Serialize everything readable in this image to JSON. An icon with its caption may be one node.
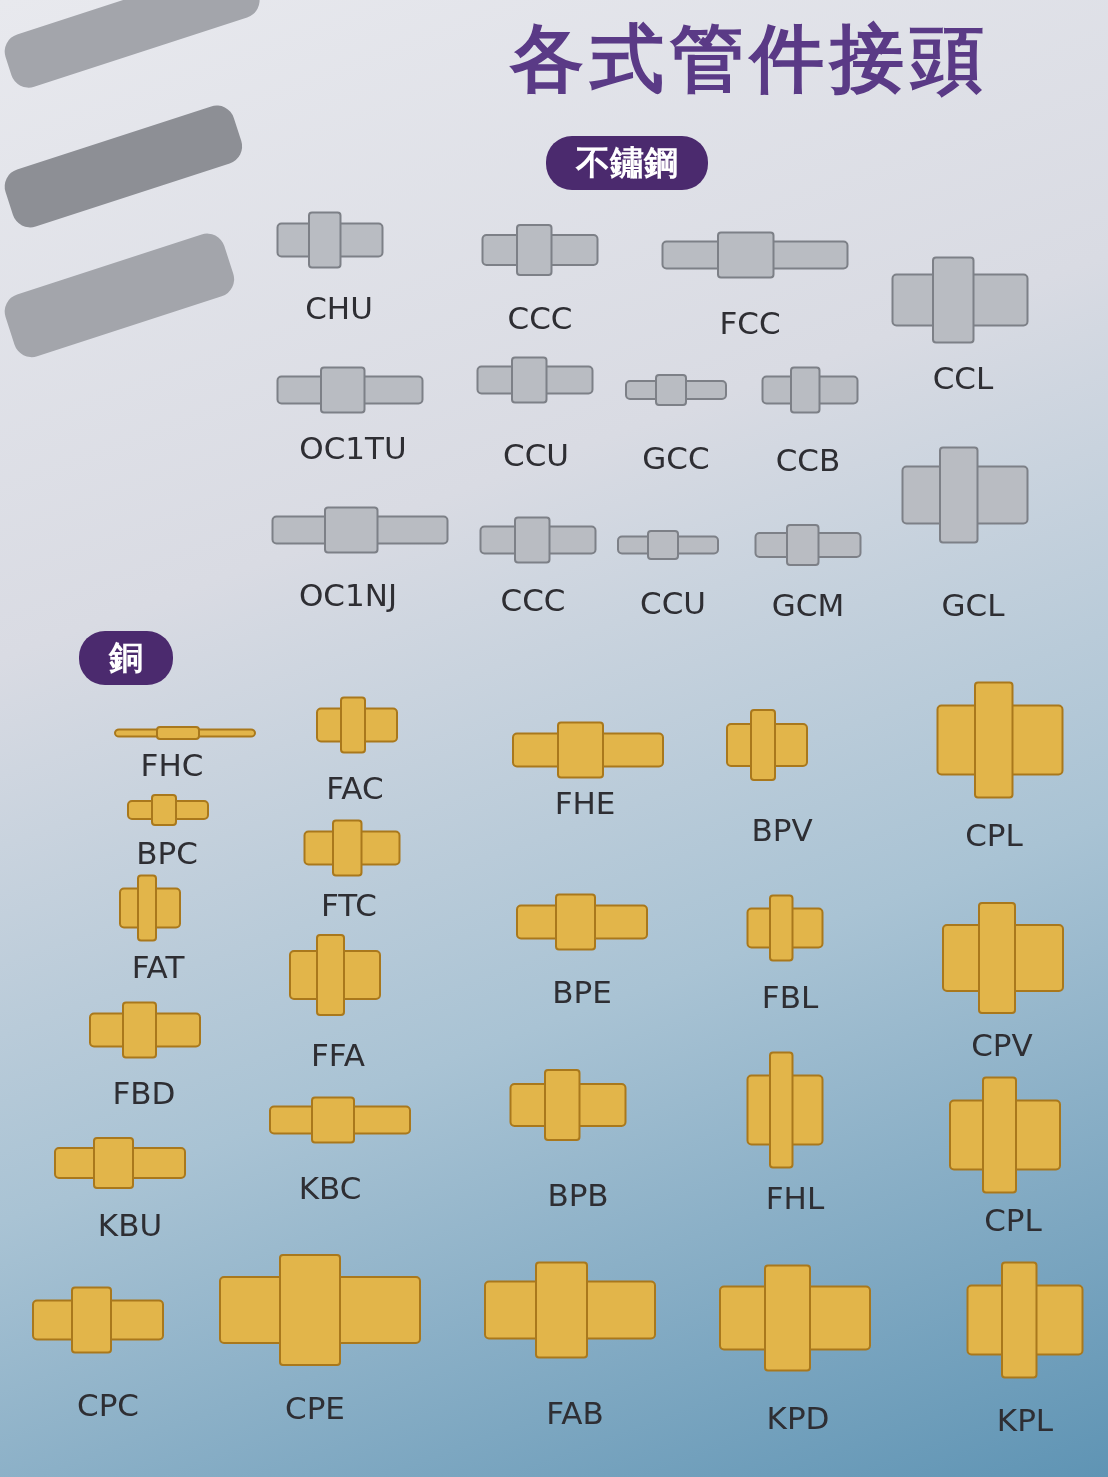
{
  "diagram": {
    "title": "各式管件接頭",
    "labels": [
      "不鏽鋼",
      "CHU",
      "CCC",
      "FCC",
      "CCL",
      "OC1TU",
      "CCU",
      "GCC",
      "CCB",
      "OC1NJ",
      "CCC",
      "CCU",
      "GCM",
      "GCL",
      "銅",
      "FHC",
      "FAC",
      "FHE",
      "BPV",
      "CPL",
      "BPC",
      "FTC",
      "FAT",
      "BPE",
      "FBL",
      "FBD",
      "FFA",
      "CPV",
      "KBC",
      "BPB",
      "FHL",
      "KBU",
      "CPL",
      "CPC",
      "CPE",
      "FAB",
      "KPD",
      "KPL"
    ]
  }
}
